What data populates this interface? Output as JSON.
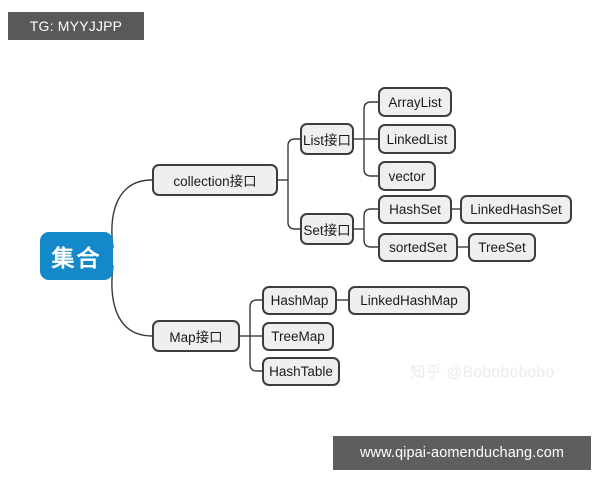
{
  "badge": {
    "label": "TG: MYYJJPP"
  },
  "footer": {
    "url": "www.qipai-aomenduchang.com"
  },
  "watermark": {
    "text": "知乎 @Bobobobobo"
  },
  "colors": {
    "root_fill": "#1489c9",
    "root_text": "#ffffff",
    "node_fill": "#efefed",
    "node_border": "#3d3d3d",
    "connector": "#3a3a3a",
    "badge_bg": "#595959",
    "url_bg": "#5e5e5e",
    "watermark": "#ebebeb",
    "page_bg": "#ffffff"
  },
  "diagram": {
    "type": "mindmap",
    "title": "集合",
    "root": {
      "label": "集合"
    },
    "nodes": {
      "collection": {
        "label": "collection接口"
      },
      "list": {
        "label": "List接口"
      },
      "arraylist": {
        "label": "ArrayList"
      },
      "linkedlist": {
        "label": "LinkedList"
      },
      "vector": {
        "label": "vector"
      },
      "set": {
        "label": "Set接口"
      },
      "hashset": {
        "label": "HashSet"
      },
      "linkedhashset": {
        "label": "LinkedHashSet"
      },
      "sortedset": {
        "label": "sortedSet"
      },
      "treeset": {
        "label": "TreeSet"
      },
      "map": {
        "label": "Map接口"
      },
      "hashmap": {
        "label": "HashMap"
      },
      "linkedhashmap": {
        "label": "LinkedHashMap"
      },
      "treemap": {
        "label": "TreeMap"
      },
      "hashtable": {
        "label": "HashTable"
      }
    },
    "edges": [
      {
        "from": "集合",
        "to": "collection接口"
      },
      {
        "from": "集合",
        "to": "Map接口"
      },
      {
        "from": "collection接口",
        "to": "List接口"
      },
      {
        "from": "collection接口",
        "to": "Set接口"
      },
      {
        "from": "List接口",
        "to": "ArrayList"
      },
      {
        "from": "List接口",
        "to": "LinkedList"
      },
      {
        "from": "List接口",
        "to": "vector"
      },
      {
        "from": "Set接口",
        "to": "HashSet"
      },
      {
        "from": "Set接口",
        "to": "sortedSet"
      },
      {
        "from": "HashSet",
        "to": "LinkedHashSet"
      },
      {
        "from": "sortedSet",
        "to": "TreeSet"
      },
      {
        "from": "Map接口",
        "to": "HashMap"
      },
      {
        "from": "Map接口",
        "to": "TreeMap"
      },
      {
        "from": "Map接口",
        "to": "HashTable"
      },
      {
        "from": "HashMap",
        "to": "LinkedHashMap"
      }
    ]
  }
}
